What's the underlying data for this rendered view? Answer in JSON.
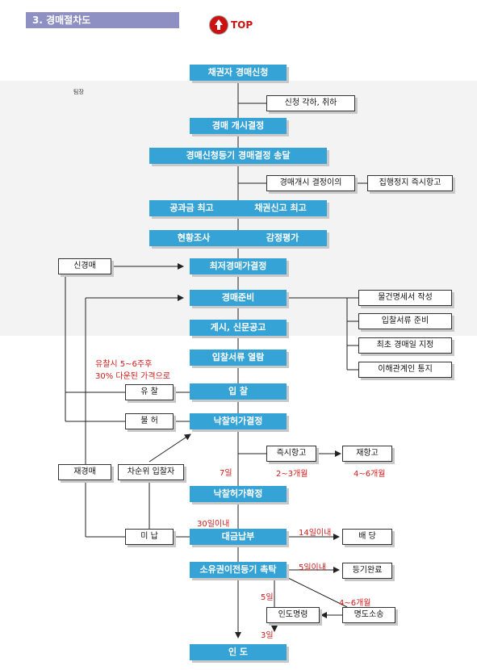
{
  "header": {
    "section_title": "3. 경매절차도",
    "top_label": "TOP",
    "small_label": "팀장"
  },
  "main_flow": {
    "apply": "채권자 경매신청",
    "start_decision": "경매 개시결정",
    "registry_send": "경매신청등기 경매결정 송달",
    "public_notice_left": "공과금 최고",
    "public_notice_right": "채권신고 최고",
    "survey_left": "현황조사",
    "survey_right": "감정평가",
    "min_price": "최저경매가결정",
    "prepare": "경매준비",
    "announce": "게시, 신문공고",
    "bid_docs": "입찰서류 열람",
    "bid": "입   찰",
    "sale_permit": "낙찰허가결정",
    "sale_confirm": "낙찰허가확정",
    "payment": "대금납부",
    "transfer": "소유권이전등기 촉탁",
    "delivery": "인   도"
  },
  "side_boxes": {
    "reject": "신청 각하, 취하",
    "objection": "경매개시 결정이의",
    "stay": "집행정지 즉시항고",
    "new_auction": "신경매",
    "doc_property": "물건명세서 작성",
    "doc_bid": "입찰서류 준비",
    "doc_first": "최초 경매일 지정",
    "doc_notice": "이해관계인 통지",
    "fail": "유   찰",
    "deny": "불   허",
    "re_auction": "재경매",
    "next_bidder": "차순위 입찰자",
    "unpaid": "미   납",
    "appeal": "즉시항고",
    "re_appeal": "재항고",
    "distribution": "배   당",
    "registry_done": "등기완료",
    "delivery_order": "인도명령",
    "eviction_suit": "명도소송"
  },
  "notes": {
    "fail_note_1": "유찰시 5~6주후",
    "fail_note_2": "30% 다운된 가격으로",
    "seven_days": "7일",
    "two_three_months": "2~3개월",
    "four_six_months_a": "4~6개월",
    "thirty_days": "30일이내",
    "fourteen_days": "14일이내",
    "five_days_a": "5일이내",
    "five_days_b": "5일",
    "four_six_months_b": "4~6개월",
    "three_days": "3일"
  },
  "colors": {
    "flow_box": "#35a3d6",
    "note_text": "#d21a1a",
    "section_tab": "#8e8fc2",
    "top_icon": "#cc1111"
  }
}
